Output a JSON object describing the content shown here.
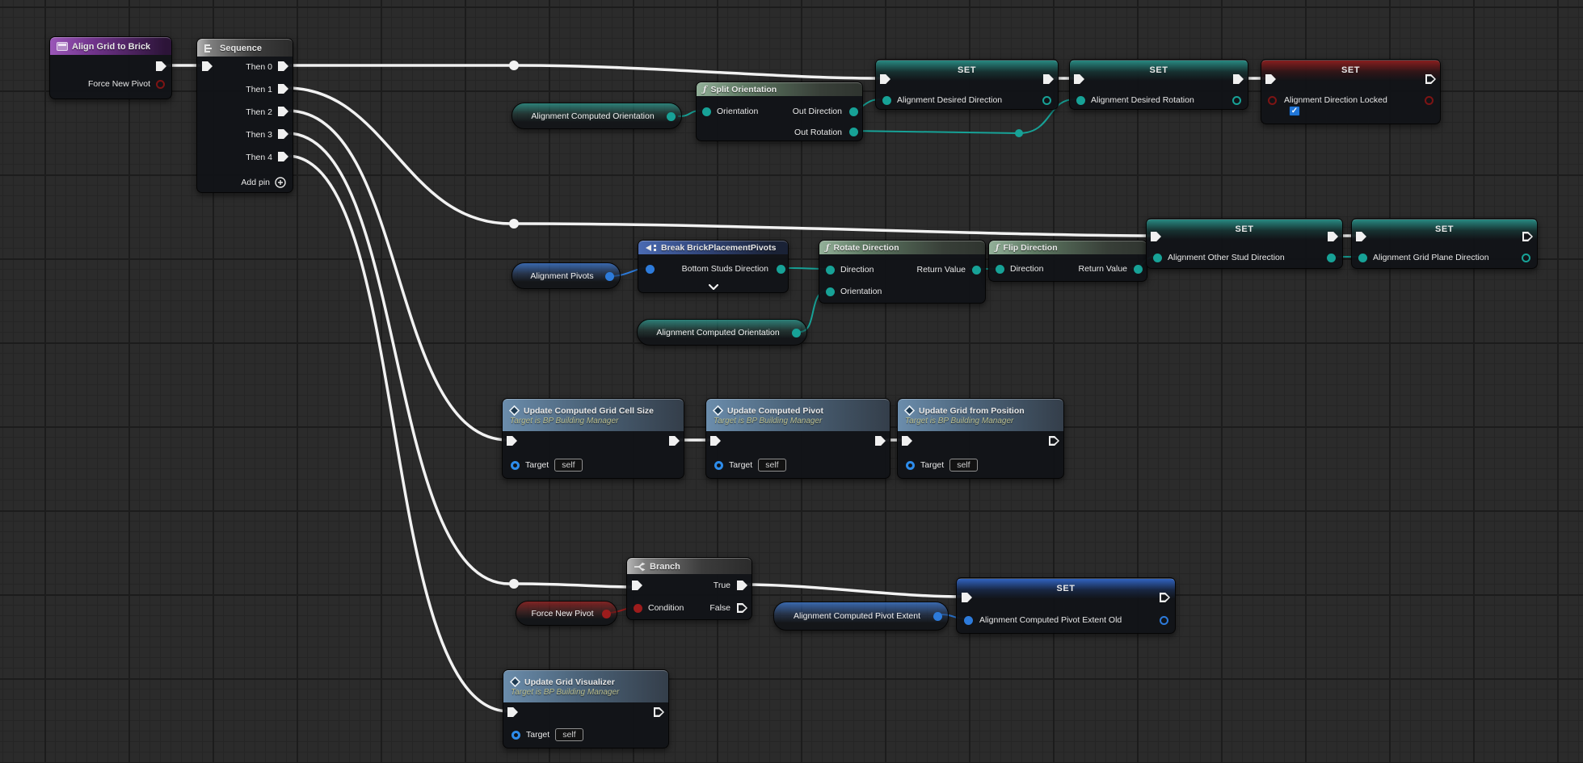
{
  "labels": {
    "set": "SET",
    "target": "Target",
    "self": "self",
    "add_pin": "Add pin",
    "direction": "Direction",
    "orientation": "Orientation",
    "return_value": "Return Value"
  },
  "colors": {
    "exec_wire": "#f2f2f2",
    "teal_pin": "#17a297",
    "blue_pin": "#2d7bdb",
    "red_pin": "#9d1c1c",
    "checkbox": "#2076d8",
    "event_header": "#71348c",
    "pure_function_header": "#5e7963",
    "function_header": "#4c647a"
  },
  "event_node": {
    "title": "Align Grid to Brick",
    "output": "Force New Pivot"
  },
  "sequence": {
    "title": "Sequence",
    "then_pins": [
      "Then 0",
      "Then 1",
      "Then 2",
      "Then 3",
      "Then 4"
    ]
  },
  "split_orientation": {
    "title": "Split Orientation",
    "input": "Orientation",
    "out_direction": "Out Direction",
    "out_rotation": "Out Rotation"
  },
  "break_pivots": {
    "title": "Break BrickPlacementPivots",
    "output": "Bottom Studs Direction"
  },
  "rotate_direction": {
    "title": "Rotate Direction"
  },
  "flip_direction": {
    "title": "Flip Direction"
  },
  "branch": {
    "title": "Branch",
    "condition": "Condition",
    "true_pin": "True",
    "false_pin": "False"
  },
  "getters": {
    "computed_orientation": "Alignment Computed Orientation",
    "pivots": "Alignment Pivots",
    "force_new_pivot": "Force New Pivot",
    "computed_pivot_extent": "Alignment Computed Pivot Extent"
  },
  "setters": {
    "desired_direction": "Alignment Desired Direction",
    "desired_rotation": "Alignment Desired Rotation",
    "direction_locked": "Alignment Direction Locked",
    "other_stud_direction": "Alignment Other Stud Direction",
    "grid_plane_direction": "Alignment Grid Plane Direction",
    "computed_pivot_extent_old": "Alignment Computed Pivot Extent Old"
  },
  "function_calls": {
    "subtitle": "Target is BP Building Manager",
    "grid_cell_size": "Update Computed Grid Cell Size",
    "computed_pivot": "Update Computed Pivot",
    "grid_from_position": "Update Grid from Position",
    "grid_visualizer": "Update Grid Visualizer"
  }
}
